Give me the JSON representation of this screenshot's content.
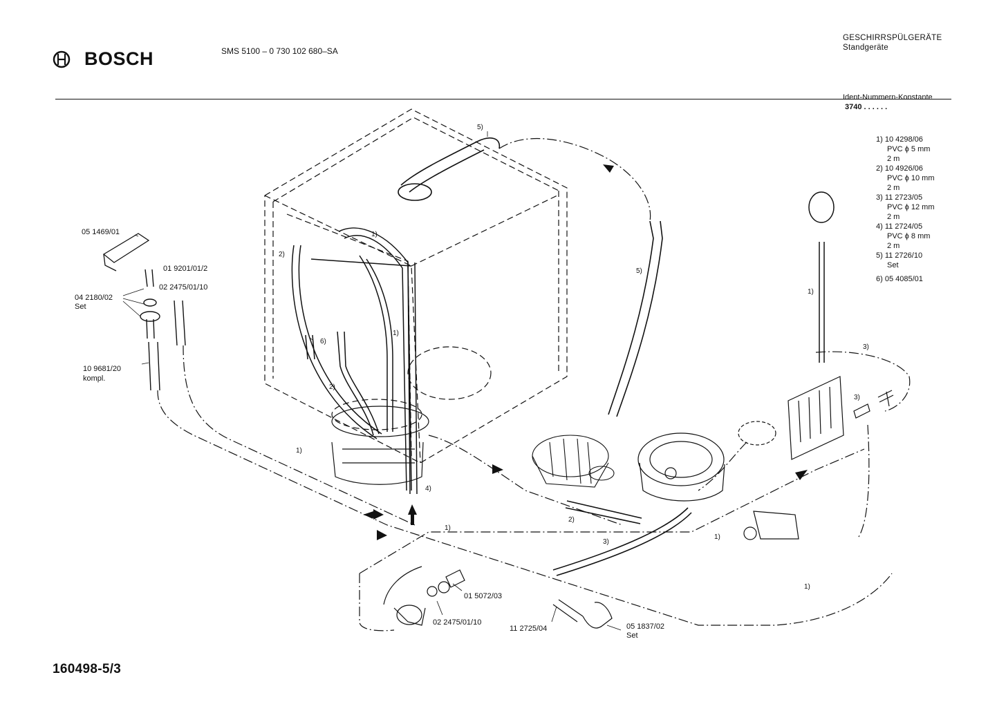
{
  "header": {
    "brand": "BOSCH",
    "model": "SMS 5100   – 0 730 102 680–SA",
    "category_line1": "GESCHIRRSPÜLGERÄTE",
    "category_line2": "Standgeräte",
    "ident_label": "Ident-Nummern-Konstante",
    "ident_value": "3740  . .   . . . ."
  },
  "legend": [
    {
      "lines": [
        "1) 10 4298/06",
        "PVC ϕ 5 mm",
        "2 m"
      ]
    },
    {
      "lines": [
        "2) 10 4926/06",
        "PVC ϕ 10 mm",
        "2 m"
      ]
    },
    {
      "lines": [
        "3) 11 2723/05",
        "PVC ϕ 12 mm",
        "2 m"
      ]
    },
    {
      "lines": [
        "4) 11 2724/05",
        "PVC ϕ 8 mm",
        "2 m"
      ]
    },
    {
      "lines": [
        "5) 11 2726/10",
        "Set"
      ]
    },
    {
      "lines": [
        "6) 05 4085/01"
      ]
    }
  ],
  "parts": {
    "p1": "05 1469/01",
    "p2": "01 9201/01/2",
    "p3": "02 2475/01/10",
    "p4": "04 2180/02",
    "p4b": "Set",
    "p5": "10 9681/20",
    "p5b": "kompl.",
    "p6": "01 5072/03",
    "p7": "02 2475/01/10",
    "p8": "11 2725/04",
    "p9": "05 1837/02",
    "p9b": "Set"
  },
  "callouts": {
    "c1": "1)",
    "c2": "2)",
    "c3": "3)",
    "c4": "4)",
    "c5": "5)",
    "c6": "6)"
  },
  "footer": {
    "doc_number": "160498-5/3"
  }
}
